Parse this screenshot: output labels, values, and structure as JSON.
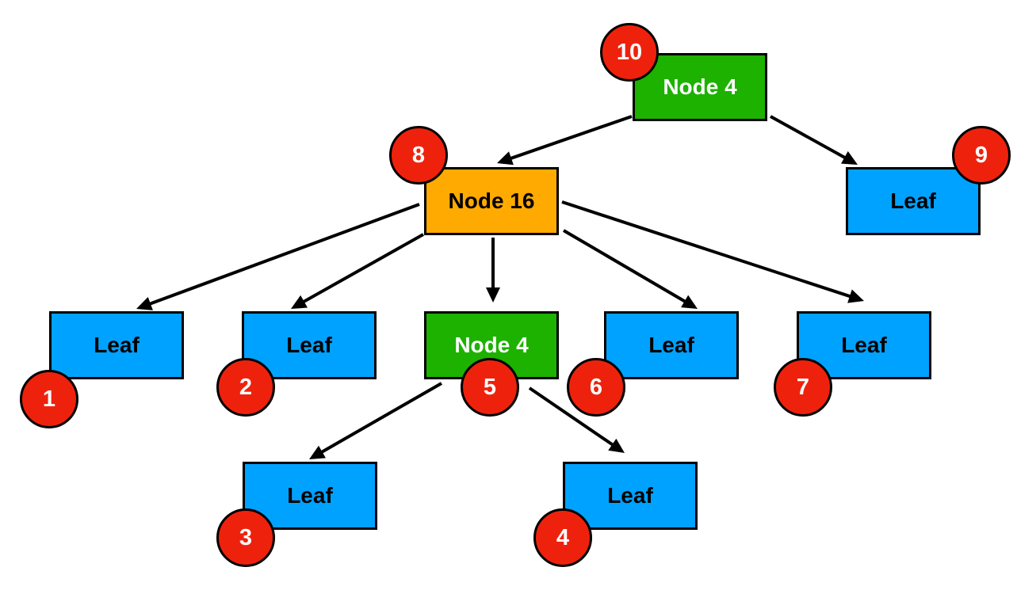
{
  "colors": {
    "leaf": "#00a2ff",
    "node4": "#1db100",
    "node16": "#ffaa00",
    "badge": "#ee220c",
    "edge": "#000000"
  },
  "nodes": [
    {
      "id": "n4_root",
      "label": "Node 4",
      "kind": "node4",
      "badge": "10"
    },
    {
      "id": "n16",
      "label": "Node 16",
      "kind": "node16",
      "badge": "8"
    },
    {
      "id": "leaf_r",
      "label": "Leaf",
      "kind": "leaf",
      "badge": "9"
    },
    {
      "id": "leaf_1",
      "label": "Leaf",
      "kind": "leaf",
      "badge": "1"
    },
    {
      "id": "leaf_2",
      "label": "Leaf",
      "kind": "leaf",
      "badge": "2"
    },
    {
      "id": "n4_mid",
      "label": "Node 4",
      "kind": "node4",
      "badge": "5"
    },
    {
      "id": "leaf_6",
      "label": "Leaf",
      "kind": "leaf",
      "badge": "6"
    },
    {
      "id": "leaf_7",
      "label": "Leaf",
      "kind": "leaf",
      "badge": "7"
    },
    {
      "id": "leaf_3",
      "label": "Leaf",
      "kind": "leaf",
      "badge": "3"
    },
    {
      "id": "leaf_4",
      "label": "Leaf",
      "kind": "leaf",
      "badge": "4"
    }
  ],
  "edges": [
    {
      "from": "n4_root",
      "to": "n16"
    },
    {
      "from": "n4_root",
      "to": "leaf_r"
    },
    {
      "from": "n16",
      "to": "leaf_1"
    },
    {
      "from": "n16",
      "to": "leaf_2"
    },
    {
      "from": "n16",
      "to": "n4_mid"
    },
    {
      "from": "n16",
      "to": "leaf_6"
    },
    {
      "from": "n16",
      "to": "leaf_7"
    },
    {
      "from": "n4_mid",
      "to": "leaf_3"
    },
    {
      "from": "n4_mid",
      "to": "leaf_4"
    }
  ]
}
